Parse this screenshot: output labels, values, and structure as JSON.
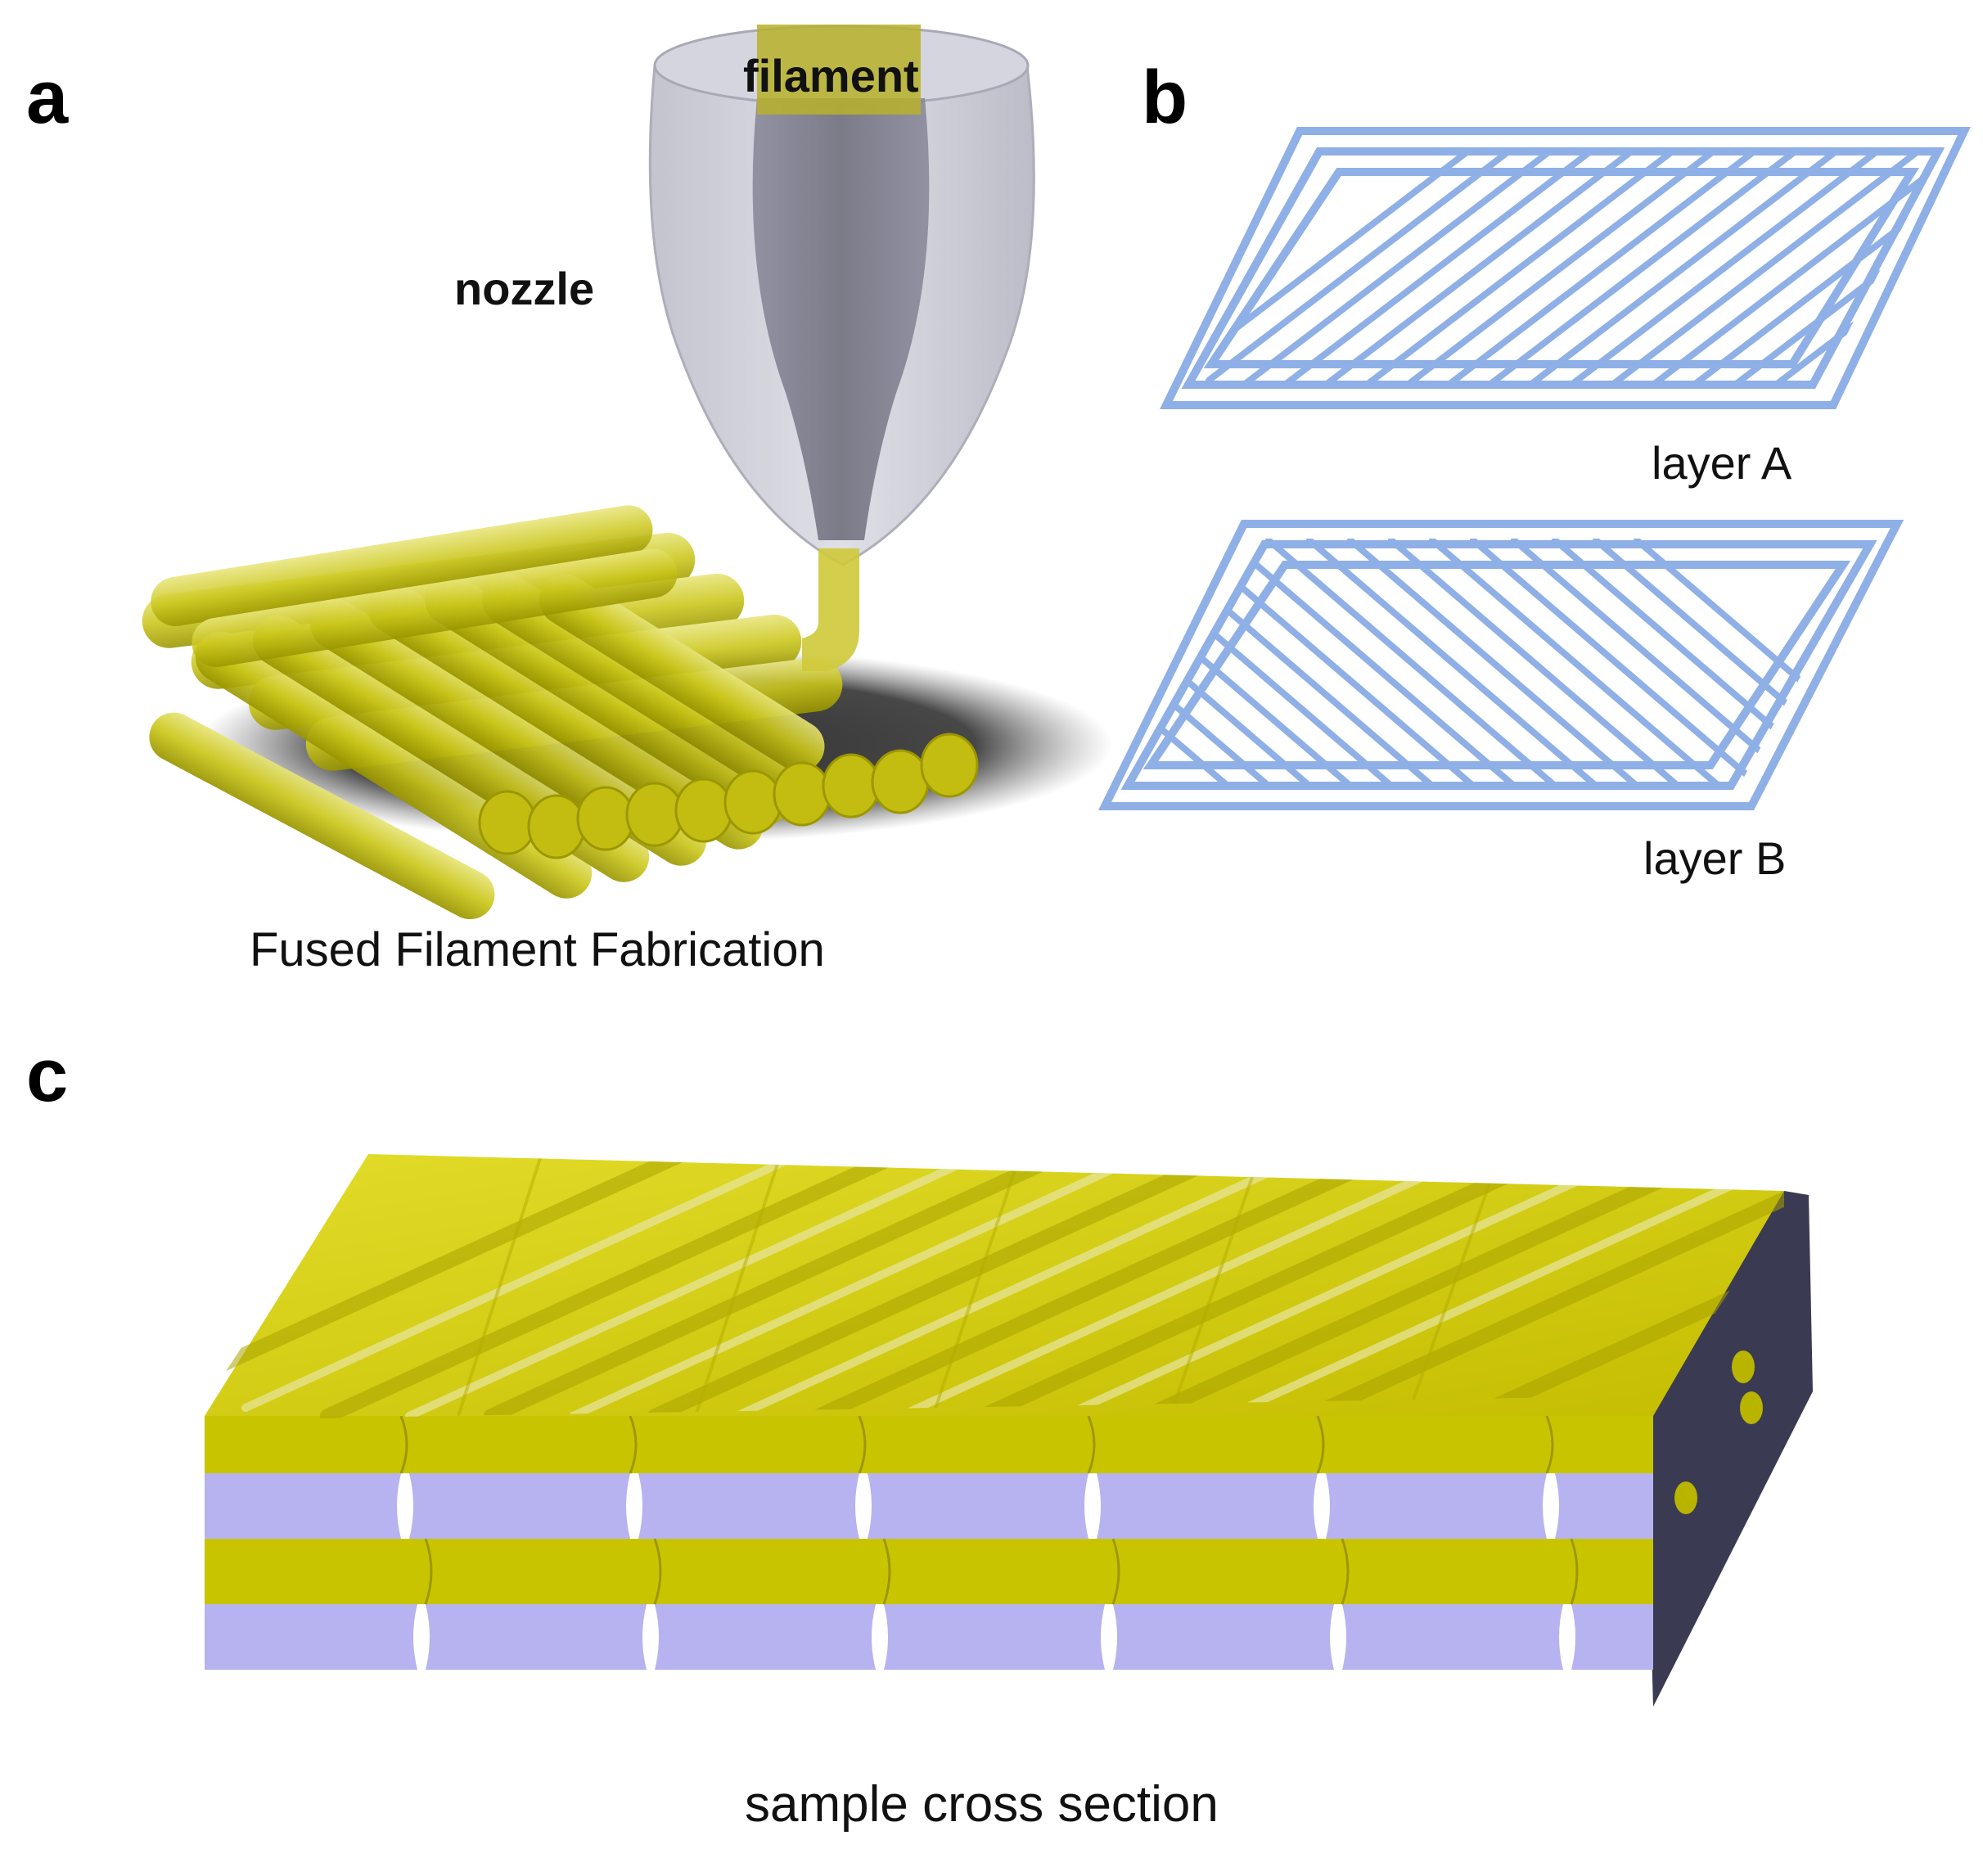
{
  "panels": {
    "a": {
      "letter": "a",
      "labels": {
        "filament": "filament",
        "nozzle": "nozzle",
        "caption": "Fused Filament Fabrication"
      }
    },
    "b": {
      "letter": "b",
      "labels": {
        "layer_a": "layer A",
        "layer_b": "layer B"
      }
    },
    "c": {
      "letter": "c",
      "labels": {
        "caption": "sample cross section"
      }
    }
  },
  "colors": {
    "filament_yellow": "#c8c400",
    "filament_yellow_dark": "#a8a200",
    "toolpath_blue": "#8fb0e6",
    "layer_lavender": "#b6b3f0",
    "side_dark": "#3a3a52",
    "nozzle_gray": "#9a9aa8"
  }
}
